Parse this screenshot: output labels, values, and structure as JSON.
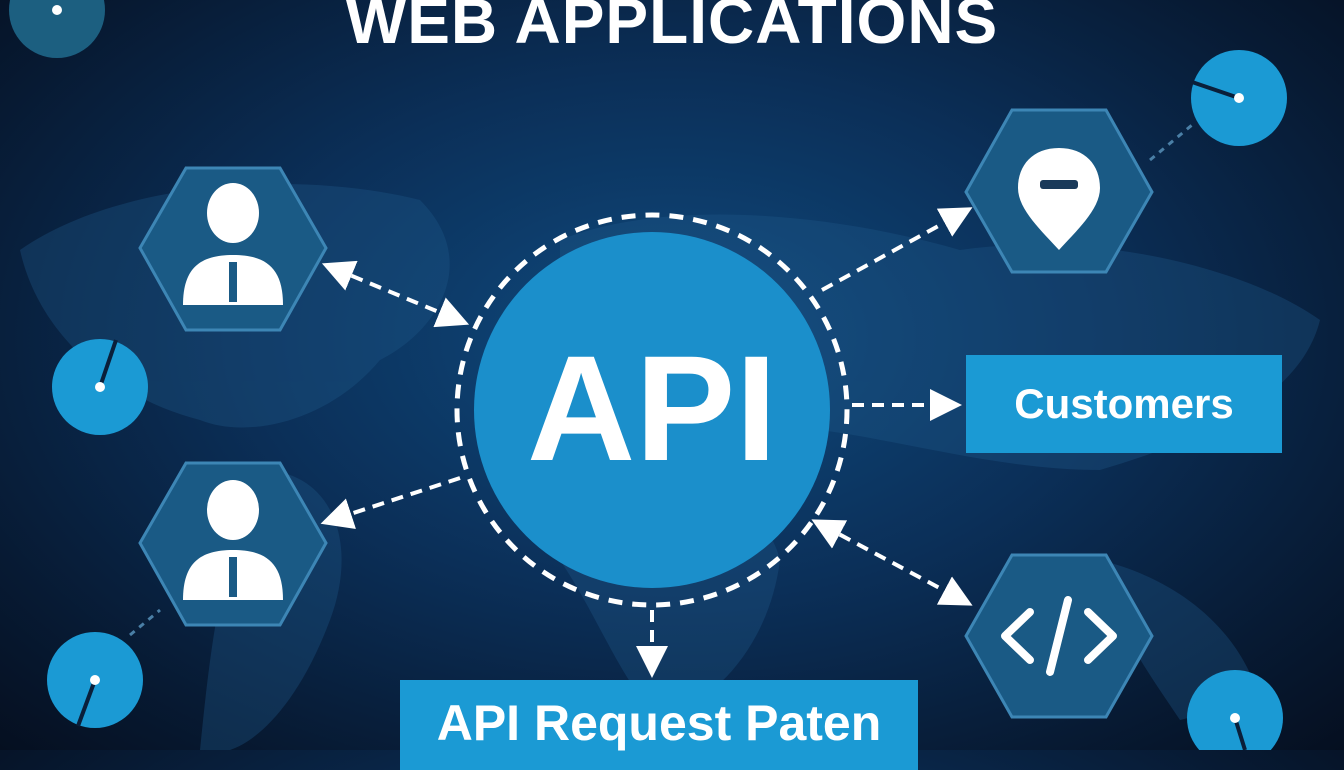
{
  "title": "WEB APPLICATIONS",
  "center": {
    "label": "API"
  },
  "nodes": {
    "customers": "Customers",
    "request_pattern": "API Request Paten"
  },
  "icons": [
    "user-icon",
    "user-icon",
    "location-pin-icon",
    "code-icon"
  ],
  "colors": {
    "accent": "#1b9ad4",
    "hexagon": "#1a5a85",
    "background": "#0b2f58"
  }
}
